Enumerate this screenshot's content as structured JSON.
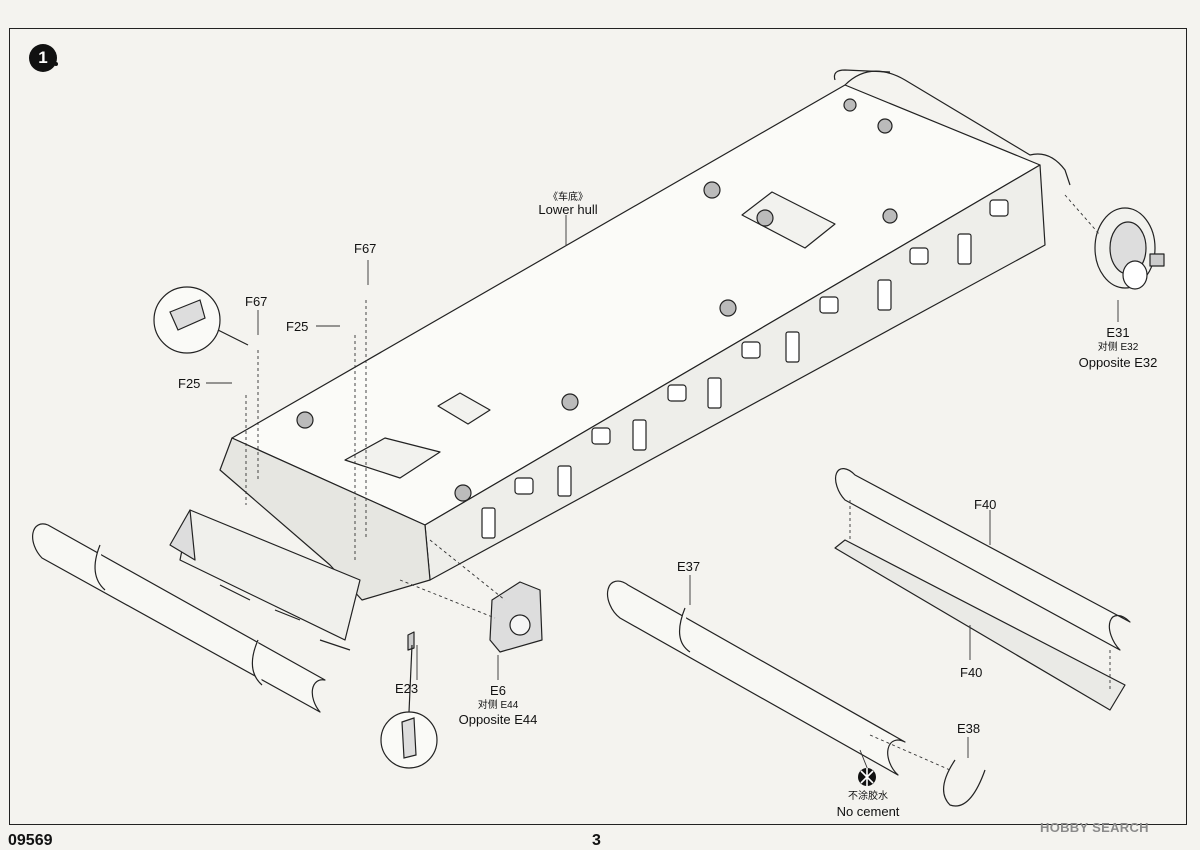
{
  "step": {
    "number": "1"
  },
  "footer": {
    "code": "09569",
    "page": "3"
  },
  "watermark": {
    "text": "HOBBY SEARCH"
  },
  "parts": {
    "lower_hull": {
      "cn": "《车底》",
      "en": "Lower hull"
    },
    "f67_top": "F67",
    "f67_left": "F67",
    "f25_top": "F25",
    "f25_left": "F25",
    "e31": {
      "code": "E31",
      "cn": "对侧 E32",
      "en": "Opposite E32"
    },
    "e6": {
      "code": "E6",
      "cn": "对侧 E44",
      "en": "Opposite  E44"
    },
    "e23": "E23",
    "e37": "E37",
    "e38": "E38",
    "f40_top": "F40",
    "f40_bottom": "F40",
    "no_cement": {
      "cn": "不涂胶水",
      "en": "No cement"
    }
  }
}
